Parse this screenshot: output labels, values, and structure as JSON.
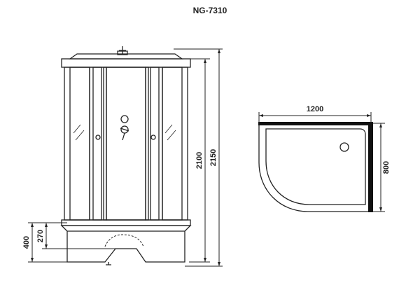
{
  "title": "NG-7310",
  "dimensions": {
    "height_total_inner": "2100",
    "height_total_outer": "2150",
    "tray_height": "400",
    "tray_step": "270",
    "width": "1200",
    "depth": "800"
  },
  "colors": {
    "line": "#222222",
    "frame": "#111111"
  }
}
